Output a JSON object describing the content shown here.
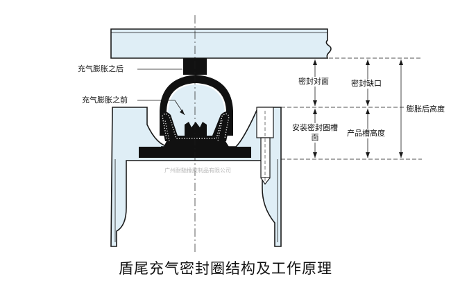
{
  "labels": {
    "after_inflation": "充气膨胀之后",
    "before_inflation": "充气膨胀之前",
    "seal_face": "密封对面",
    "seal_gap": "密封缺口",
    "height_after_expansion": "膨胀后高度",
    "groove_face": "安装密封圈槽面",
    "product_groove_height": "产品槽高度"
  },
  "watermark": "广州耐馳橡胶制品有限公司",
  "caption": "盾尾充气密封圈结构及工作原理",
  "colors": {
    "part_fill": "#dfeef6",
    "outline": "#1a1a1a",
    "seal_black": "#111111",
    "background": "#ffffff"
  }
}
